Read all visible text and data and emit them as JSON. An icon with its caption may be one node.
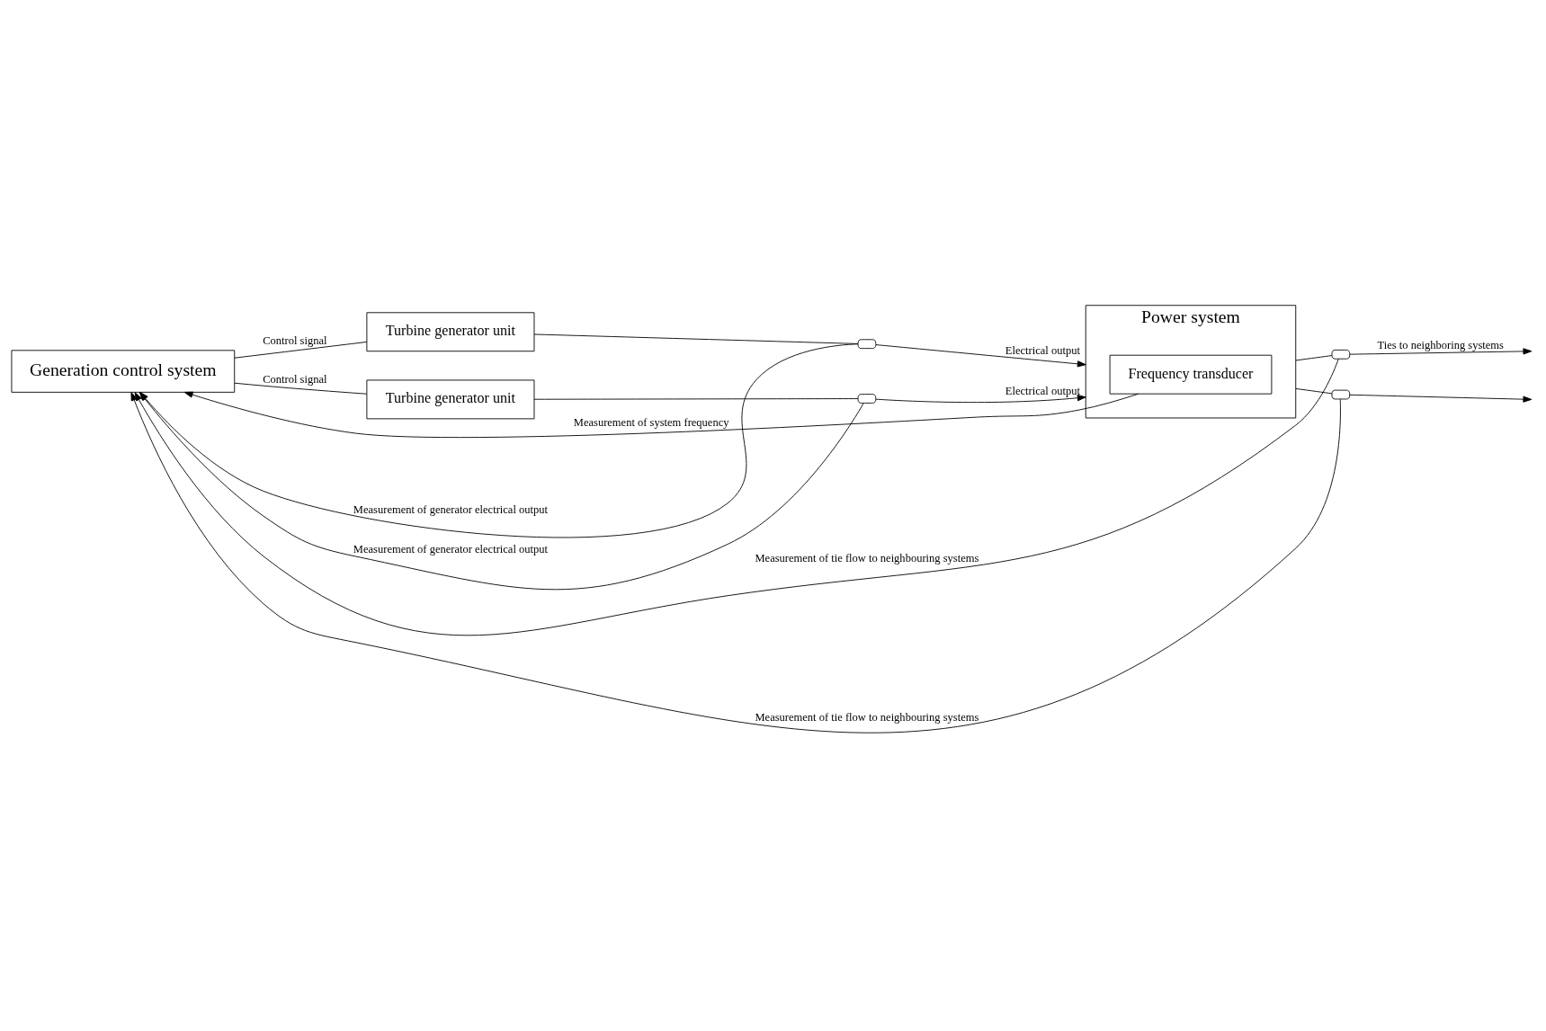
{
  "diagram": {
    "nodes": [
      {
        "text": [
          "Generation control system"
        ]
      },
      {
        "text": [
          "Turbine generator unit"
        ]
      },
      {
        "text": [
          "Turbine generator unit"
        ]
      },
      {
        "text": [
          "Power system"
        ]
      },
      {
        "text": [
          "Frequency transducer"
        ],
        "in": 3
      },
      {
        "text": [],
        "shape": "box"
      },
      {
        "text": [],
        "shape": "box"
      },
      {
        "text": [],
        "shape": "box"
      },
      {
        "text": [],
        "shape": "box"
      }
    ],
    "edges": [
      {
        "from": 0,
        "to": 1,
        "arrow": "none",
        "label": "Control signal"
      },
      {
        "from": 0,
        "to": 2,
        "arrow": "none",
        "label": "Control signal"
      },
      {
        "from": 1,
        "to": 5,
        "arrow": "none"
      },
      {
        "from": 5,
        "to": 3,
        "arrow": "to",
        "label": "Electrical output"
      },
      {
        "from": 2,
        "to": 6,
        "arrow": "none"
      },
      {
        "from": 6,
        "to": 3,
        "arrow": "to",
        "label": "Electrical output"
      },
      {
        "from": 3,
        "to": 7,
        "arrow": "none"
      },
      {
        "from": 7,
        "to": null,
        "arrow": "to",
        "label": "Ties to neighboring systems"
      },
      {
        "from": 3,
        "to": 8,
        "arrow": "none"
      },
      {
        "from": 8,
        "to": null,
        "arrow": "to"
      },
      {
        "from": 5,
        "to": 0,
        "arrow": "to",
        "label": "Measurement of generator electrical output"
      },
      {
        "from": 6,
        "to": 0,
        "arrow": "to",
        "label": "Measurement of generator electrical output"
      },
      {
        "from": 4,
        "to": 0,
        "arrow": "to",
        "label": "Measurement of system frequency"
      },
      {
        "from": 7,
        "to": 0,
        "arrow": "to",
        "label": "Measurement of tie flow to neighbouring systems"
      },
      {
        "from": 8,
        "to": 0,
        "arrow": "to",
        "label": "Measurement of tie flow to neighbouring systems"
      }
    ]
  }
}
